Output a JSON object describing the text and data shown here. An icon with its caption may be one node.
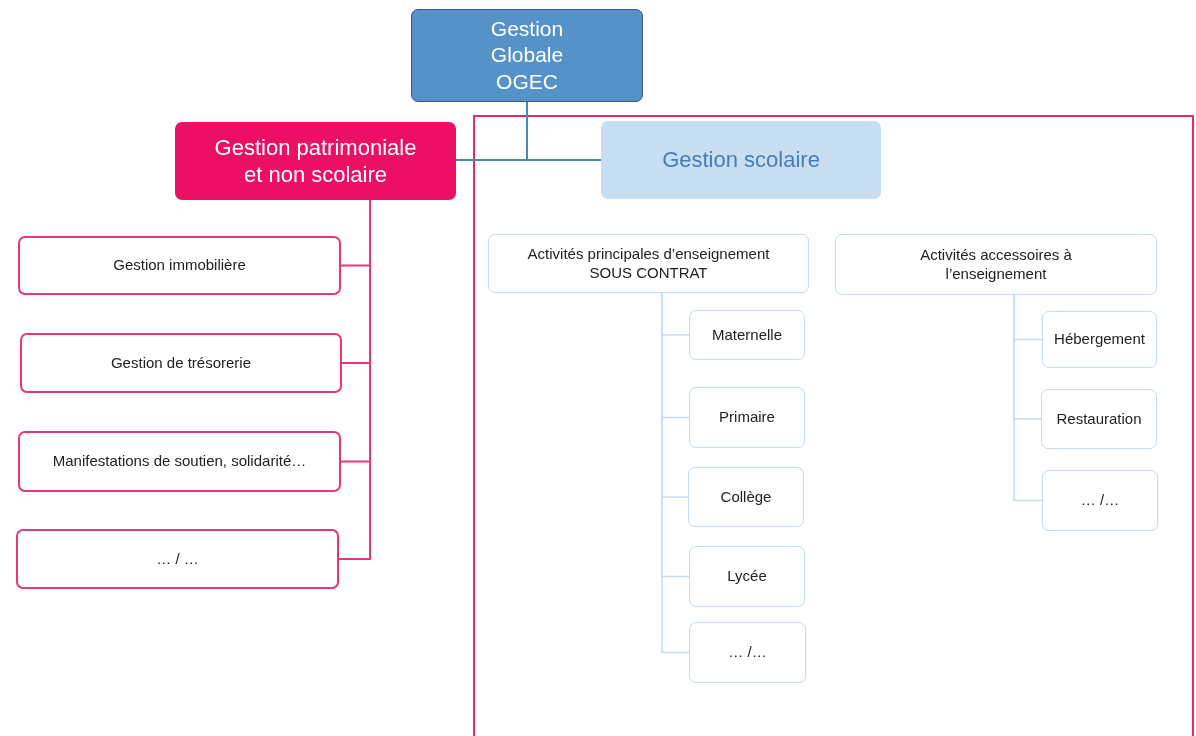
{
  "diagram": {
    "nodes": [
      {
        "text": [
          "Gestion Globale OGEC"
        ]
      },
      {
        "text": [
          "Gestion patrimoniale et non scolaire"
        ]
      },
      {
        "text": [],
        "shape": "box"
      },
      {
        "text": [
          "Gestion scolaire"
        ],
        "in": 2
      },
      {
        "text": [
          "Gestion immobilière"
        ]
      },
      {
        "text": [
          "Gestion de trésorerie"
        ]
      },
      {
        "text": [
          "Manifestations de soutien, solidarité…"
        ]
      },
      {
        "text": [
          "… / …"
        ]
      },
      {
        "text": [
          "Activités principales d’enseignement SOUS CONTRAT"
        ],
        "in": 2
      },
      {
        "text": [
          "Maternelle"
        ],
        "in": 2
      },
      {
        "text": [
          "Primaire"
        ],
        "in": 2
      },
      {
        "text": [
          "Collège"
        ],
        "in": 2
      },
      {
        "text": [
          "Lycée"
        ],
        "in": 2
      },
      {
        "text": [
          "… /…"
        ],
        "in": 2
      },
      {
        "text": [
          "Activités accessoires à l’enseignement"
        ],
        "in": 2
      },
      {
        "text": [
          "Hébergement"
        ],
        "in": 2
      },
      {
        "text": [
          "Restauration"
        ],
        "in": 2
      },
      {
        "text": [
          "… /…"
        ],
        "in": 2
      }
    ],
    "edges": [
      {
        "from": 0,
        "to": 1,
        "arrow": "none",
        "color": "#4a86c5"
      },
      {
        "from": 0,
        "to": 3,
        "arrow": "none",
        "color": "#4a86c5"
      },
      {
        "from": 1,
        "to": 4,
        "arrow": "none",
        "color": "#e8367a"
      },
      {
        "from": 1,
        "to": 5,
        "arrow": "none",
        "color": "#e8367a"
      },
      {
        "from": 1,
        "to": 6,
        "arrow": "none",
        "color": "#e8367a"
      },
      {
        "from": 1,
        "to": 7,
        "arrow": "none",
        "color": "#e8367a"
      },
      {
        "from": 8,
        "to": 9,
        "arrow": "none"
      },
      {
        "from": 8,
        "to": 10,
        "arrow": "none"
      },
      {
        "from": 8,
        "to": 11,
        "arrow": "none"
      },
      {
        "from": 8,
        "to": 12,
        "arrow": "none"
      },
      {
        "from": 8,
        "to": 13,
        "arrow": "none"
      },
      {
        "from": 14,
        "to": 15,
        "arrow": "none"
      },
      {
        "from": 14,
        "to": 16,
        "arrow": "none"
      },
      {
        "from": 14,
        "to": 17,
        "arrow": "none"
      }
    ]
  }
}
